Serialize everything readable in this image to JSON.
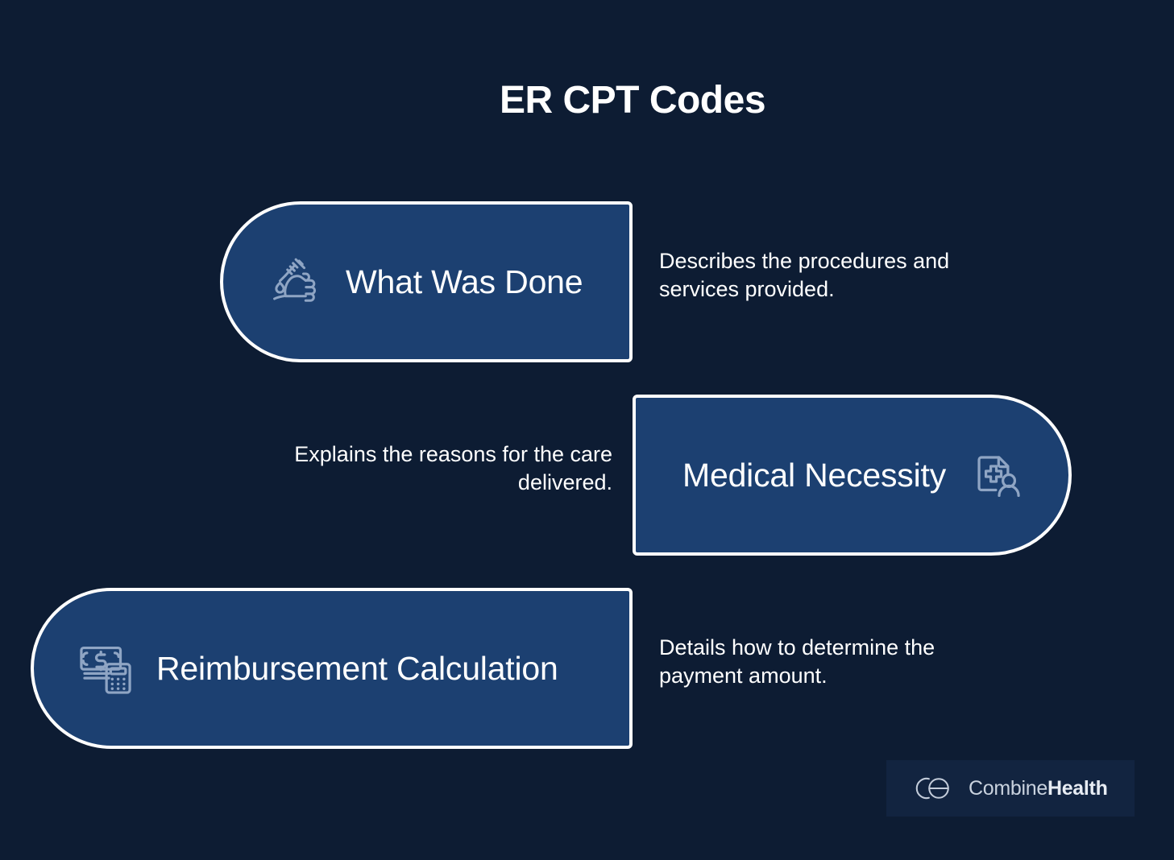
{
  "page": {
    "title": "ER CPT Codes",
    "background_color": "#0d1c33",
    "pill_fill_color": "#1c4071",
    "pill_border_color": "#ffffff",
    "icon_color": "#8fa5c4",
    "text_color": "#ffffff"
  },
  "rows": [
    {
      "label": "What Was Done",
      "icon": "hand-holding-syringe-icon",
      "description": "Describes the procedures and services provided.",
      "pill_side": "left",
      "description_side": "right"
    },
    {
      "label": "Medical Necessity",
      "icon": "medical-record-patient-icon",
      "description": "Explains the reasons for the care delivered.",
      "pill_side": "right",
      "description_side": "left"
    },
    {
      "label": "Reimbursement Calculation",
      "icon": "money-calculator-icon",
      "description": "Details how to determine the payment amount.",
      "pill_side": "left",
      "description_side": "right"
    }
  ],
  "logo": {
    "mark": "combinehealth-mark-icon",
    "name_part_one": "Combine",
    "name_part_two": "Health"
  }
}
